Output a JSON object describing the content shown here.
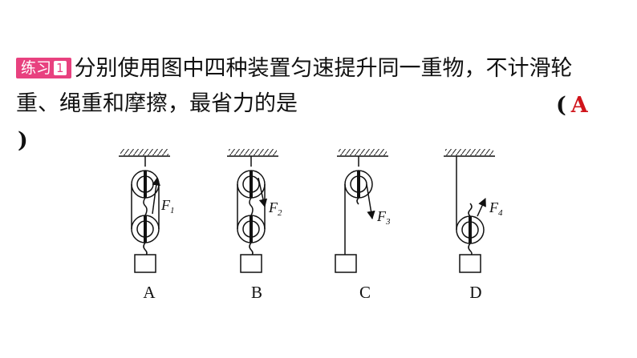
{
  "question": {
    "tag_label": "练习",
    "tag_number": "1",
    "text": "分别使用图中四种装置匀速提升同一重物，不计滑轮重、绳重和摩擦，最省力的是",
    "answer_open": "(",
    "answer": "A",
    "answer_close": ")"
  },
  "diagrams": [
    {
      "label": "A",
      "force": "F",
      "force_sub": "1"
    },
    {
      "label": "B",
      "force": "F",
      "force_sub": "2"
    },
    {
      "label": "C",
      "force": "F",
      "force_sub": "3"
    },
    {
      "label": "D",
      "force": "F",
      "force_sub": "4"
    }
  ]
}
